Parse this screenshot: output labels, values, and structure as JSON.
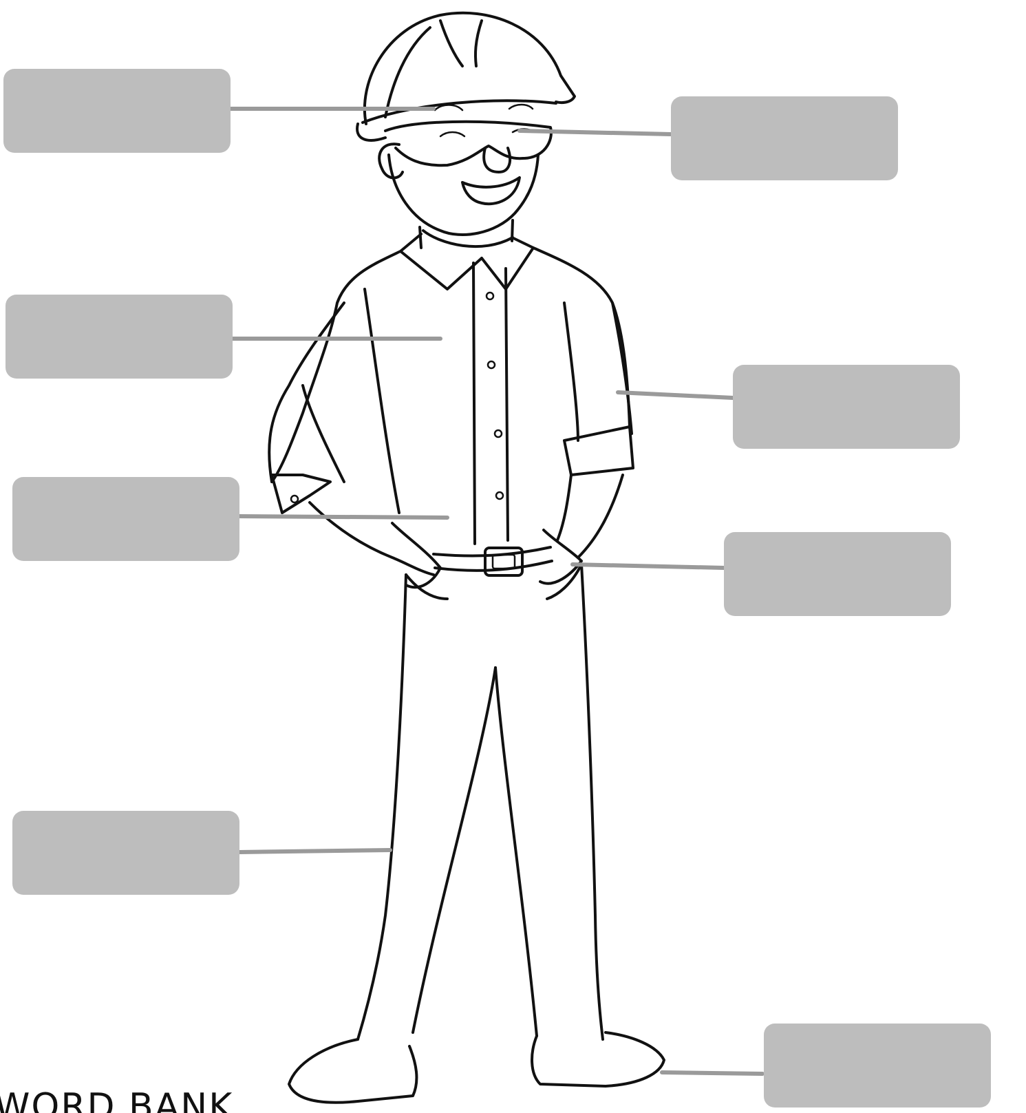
{
  "worksheet": {
    "word_bank_heading": "WORD BANK",
    "box_color": "#bdbdbd",
    "leader_color": "#9a9a9a",
    "labels": [
      {
        "id": "helmet",
        "text": ""
      },
      {
        "id": "goggles",
        "text": ""
      },
      {
        "id": "shirt",
        "text": ""
      },
      {
        "id": "sleeve",
        "text": ""
      },
      {
        "id": "waist",
        "text": ""
      },
      {
        "id": "hand",
        "text": ""
      },
      {
        "id": "trousers",
        "text": ""
      },
      {
        "id": "boot",
        "text": ""
      }
    ]
  }
}
